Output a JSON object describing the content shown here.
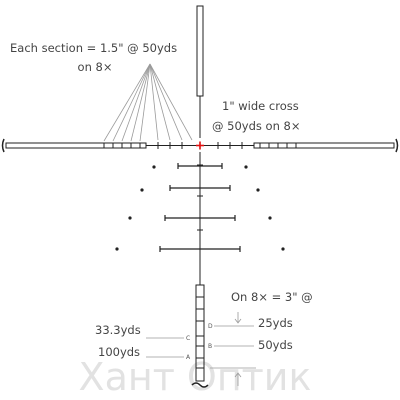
{
  "annotations": {
    "section_line1": "Each section = 1.5\" @ 50yds",
    "section_line2": "on 8×",
    "cross_line1": "1\" wide cross",
    "cross_line2": "@ 50yds on 8×",
    "on8x": "On 8× = 3\" @",
    "yds25": "25yds",
    "yds50": "50yds",
    "yds33": "33.3yds",
    "yds100": "100yds"
  },
  "stadia_letters": {
    "d": "D",
    "c": "C",
    "b": "B",
    "a": "A"
  },
  "watermark": "Хант Оптик",
  "colors": {
    "reticle": "#222222",
    "center_dot": "#e01010",
    "guide_lines": "#9a9a9a",
    "text": "#444444"
  }
}
